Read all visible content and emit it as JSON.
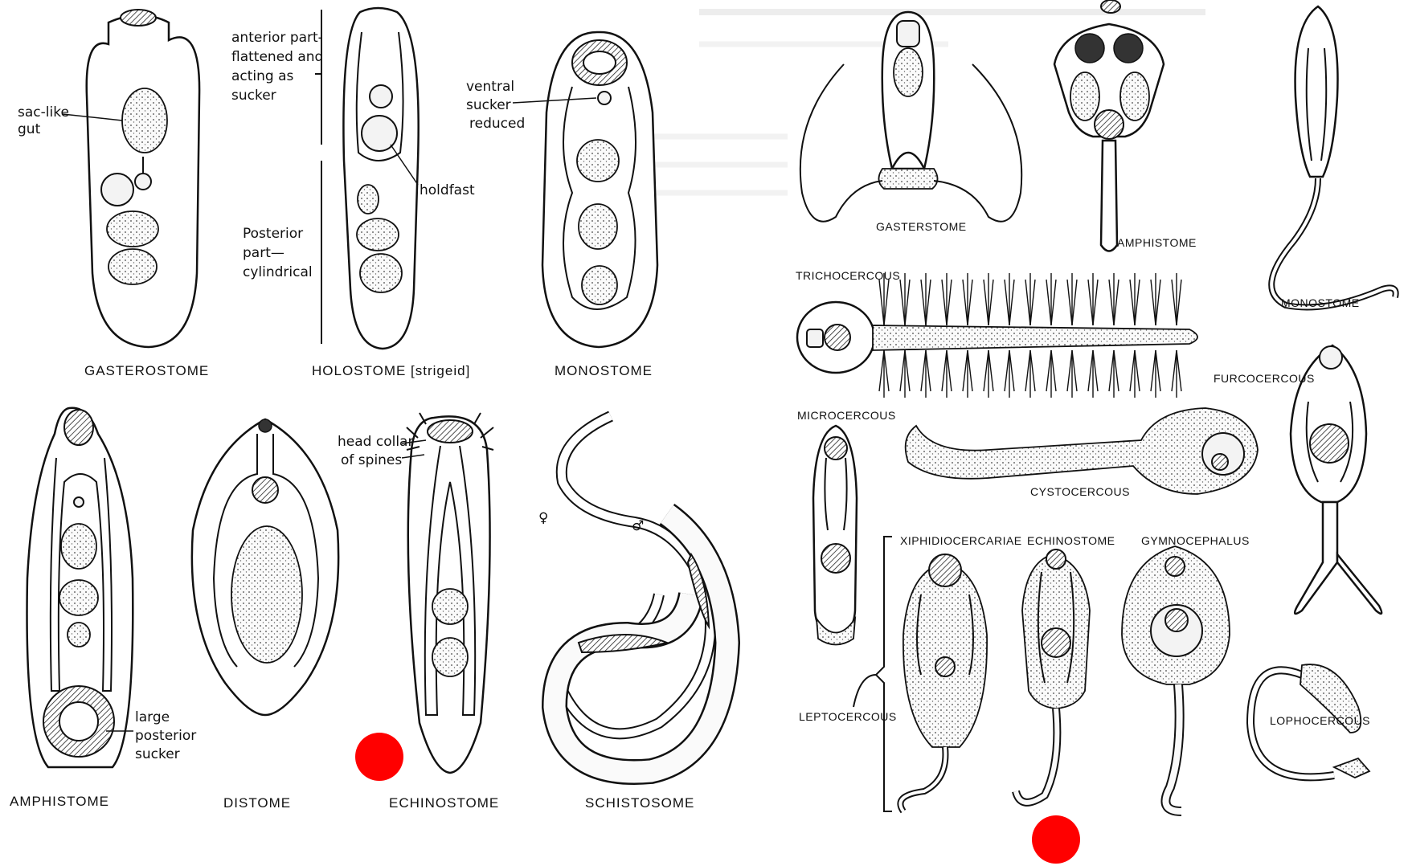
{
  "left_panel": {
    "row1": [
      {
        "id": "gasterostome",
        "label": "GASTEROSTOME",
        "callouts": [
          "sac-like",
          "gut"
        ]
      },
      {
        "id": "holostome",
        "label": "HOLOSTOME [strigeid]",
        "callouts": [
          "anterior part-",
          "flattened and",
          "acting as",
          "sucker",
          "holdfast",
          "Posterior",
          "part—",
          "cylindrical"
        ]
      },
      {
        "id": "monostome",
        "label": "MONOSTOME",
        "callouts": [
          "ventral",
          "sucker",
          "reduced"
        ]
      }
    ],
    "row2": [
      {
        "id": "amphistome",
        "label": "AMPHISTOME",
        "callouts": [
          "large",
          "posterior",
          "sucker"
        ]
      },
      {
        "id": "distome",
        "label": "DISTOME",
        "callouts": []
      },
      {
        "id": "echinostome",
        "label": "ECHINOSTOME",
        "callouts": [
          "head collar",
          "of spines"
        ]
      },
      {
        "id": "schistosome",
        "label": "SCHISTOSOME",
        "callouts": [
          "♀",
          "♂"
        ]
      }
    ]
  },
  "right_panel": {
    "cercariae": [
      {
        "id": "gasterstome",
        "label": "GASTERSTOME"
      },
      {
        "id": "amphistome-r",
        "label": "AMPHISTOME"
      },
      {
        "id": "monostome-r",
        "label": "MONOSTOME"
      },
      {
        "id": "trichocercous",
        "label": "TRICHOCERCOUS"
      },
      {
        "id": "furcocercous",
        "label": "FURCOCERCOUS"
      },
      {
        "id": "microcercous",
        "label": "MICROCERCOUS"
      },
      {
        "id": "cystocercous",
        "label": "CYSTOCERCOUS"
      },
      {
        "id": "xiphidiocercariae",
        "label": "XIPHIDIOCERCARIAE"
      },
      {
        "id": "echinostome-r",
        "label": "ECHINOSTOME"
      },
      {
        "id": "gymnocephalus",
        "label": "GYMNOCEPHALUS"
      },
      {
        "id": "leptocercous",
        "label": "LEPTOCERCOUS"
      },
      {
        "id": "lophocercous",
        "label": "LOPHOCERCOUS"
      }
    ]
  },
  "markers": [
    {
      "id": "marker-1",
      "color": "#ff0000"
    },
    {
      "id": "marker-2",
      "color": "#ff0000"
    }
  ]
}
